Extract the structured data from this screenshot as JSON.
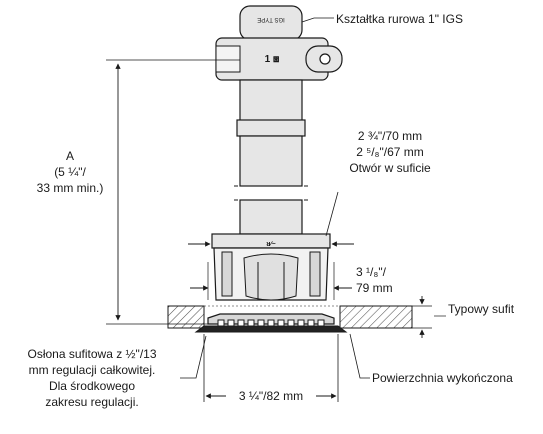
{
  "labels": {
    "coupling": "Kształtka rurowa 1\" IGS",
    "dim_a": [
      "A",
      "(5 ¼\"/",
      "33 mm min.)"
    ],
    "hole": [
      "2 ¾\"/70 mm",
      "2 ⁵/₈\"/67 mm",
      "Otwór w suficie"
    ],
    "side_dim": [
      "3 ¹/₈\"/",
      "79 mm"
    ],
    "ceiling": "Typowy sufit",
    "escutcheon": [
      "Osłona sufitowa z ½\"/13",
      "mm regulacji całkowitej.",
      "Dla środkowego",
      "zakresu regulacji."
    ],
    "finished_surface": "Powierzchnia wykończona",
    "bottom_dim": "3 ¼\"/82 mm"
  },
  "colors": {
    "line": "#1a1a1a",
    "fill": "#e6e6e6",
    "hatch": "#555555",
    "dark": "#222222"
  }
}
